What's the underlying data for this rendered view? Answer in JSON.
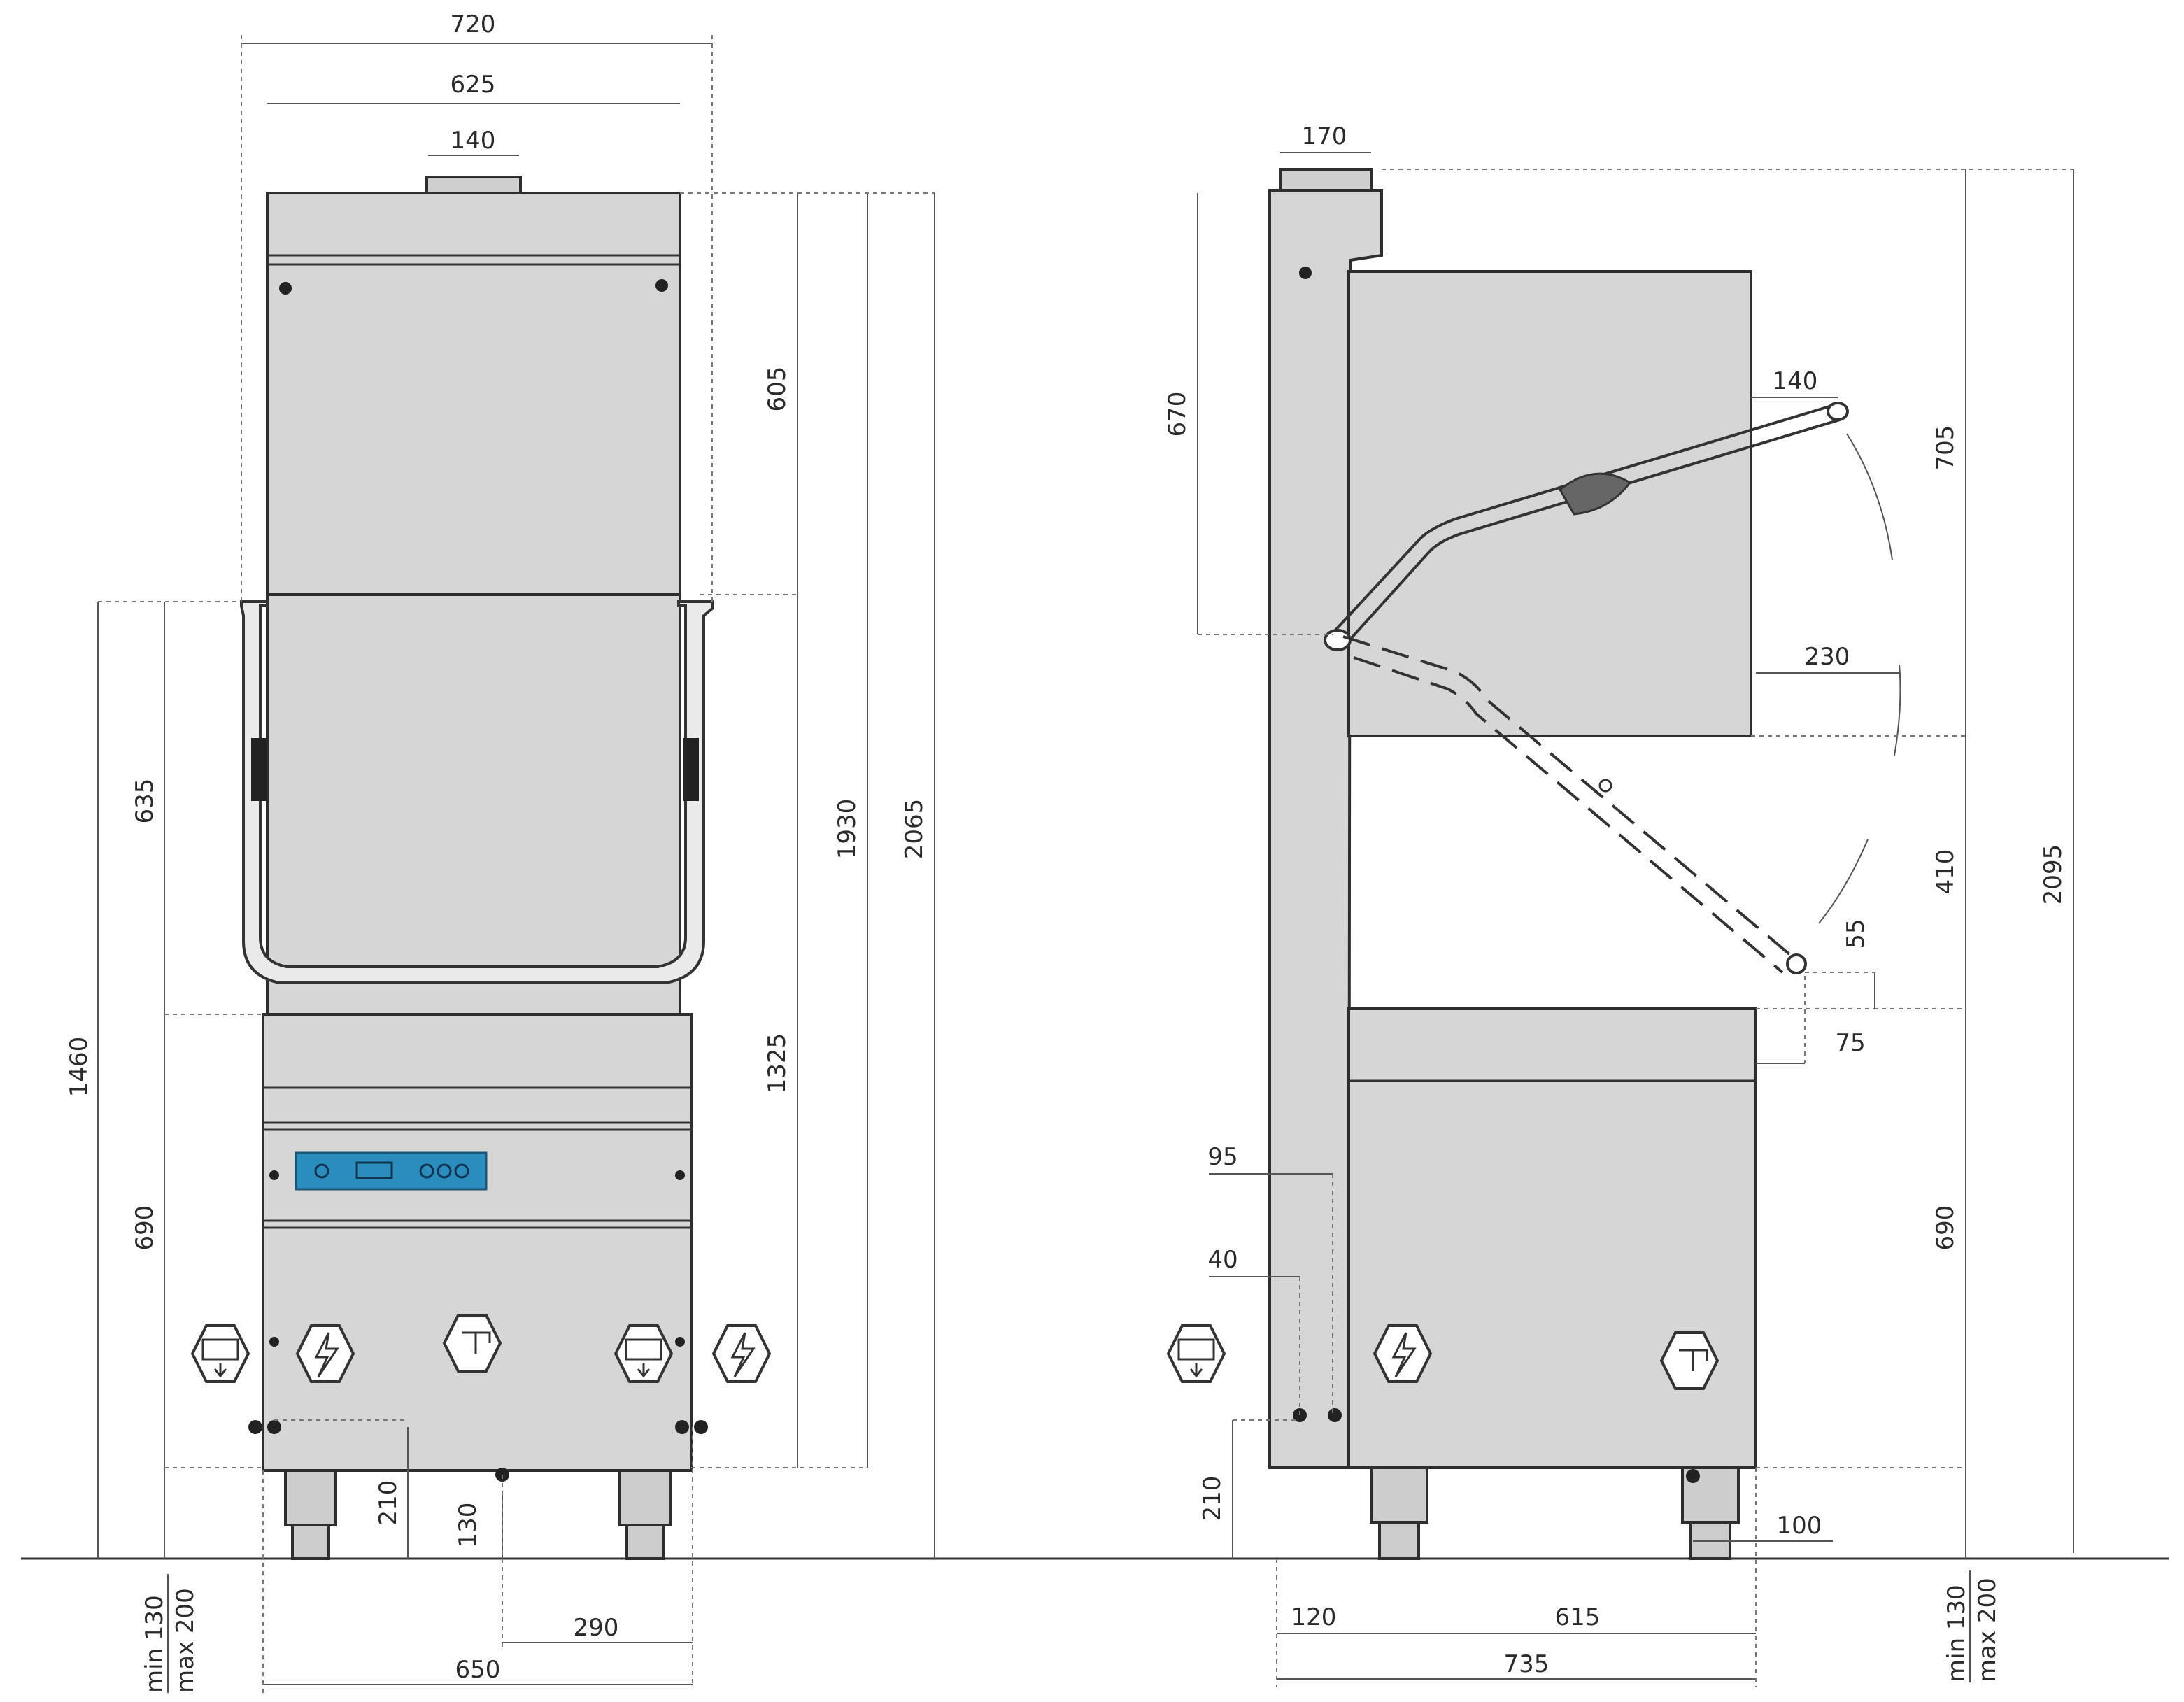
{
  "front_view": {
    "dims": {
      "width_top": "720",
      "width_hood": "625",
      "vent_width": "140",
      "hood_upper": "605",
      "lower_opening": "1325",
      "total_open": "1930",
      "total_height": "2065",
      "door_height": "635",
      "work_height": "1460",
      "base_height": "690",
      "conn_height": "210",
      "drain_height": "130",
      "conn_spacing": "290",
      "base_width": "650"
    },
    "foot_note": {
      "min": "min 130",
      "max": "max 200"
    }
  },
  "side_view": {
    "dims": {
      "vent_width": "170",
      "hood_drop": "670",
      "handle_offset": "140",
      "upper_section": "705",
      "arm_reach": "230",
      "opening_height": "410",
      "handle_gap": "55",
      "base_overhang": "75",
      "base_height": "690",
      "col_offset_a": "95",
      "col_offset_b": "40",
      "conn_height": "210",
      "drain_offset": "100",
      "total_height": "2095",
      "col_depth": "120",
      "base_depth": "615",
      "total_depth": "735"
    },
    "foot_note": {
      "min": "min 130",
      "max": "max 200"
    }
  },
  "icons": [
    "water-drain-icon",
    "electric-bolt-icon",
    "water-tap-icon"
  ],
  "colors": {
    "panel": "#d6d6d6",
    "display": "#2a8dbd",
    "lines": "#333333"
  }
}
